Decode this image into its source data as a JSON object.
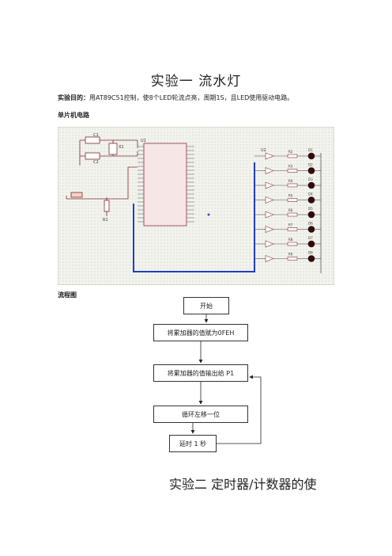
{
  "doc": {
    "title1": "实验一 流水灯",
    "purpose_label": "实验目的：",
    "purpose_text": "用AT89C51控制，使8个LED轮流点亮，周期1S，且LED使用驱动电路。",
    "circuit_heading": "单片机电路",
    "flow_heading": "流程图",
    "title2": "实验二 定时器/计数器的使"
  },
  "schematic": {
    "chip_label": "U1",
    "crystal_label": "X1",
    "cap1": "C1",
    "cap2": "C2",
    "reset_res": "R1",
    "led_labels": [
      "D1",
      "D2",
      "D3",
      "D4",
      "D5",
      "D6",
      "D7",
      "D8"
    ],
    "res_labels": [
      "R2",
      "R3",
      "R4",
      "R5",
      "R6",
      "R7",
      "R8",
      "R9"
    ],
    "buffer_label": "U2"
  },
  "flowchart": {
    "start": "开始",
    "step1": "将累加器的值赋为0FEH",
    "step2": "将累加器的值输出给 P1",
    "step3": "循环左移一位",
    "step4": "延时 1 秒"
  }
}
